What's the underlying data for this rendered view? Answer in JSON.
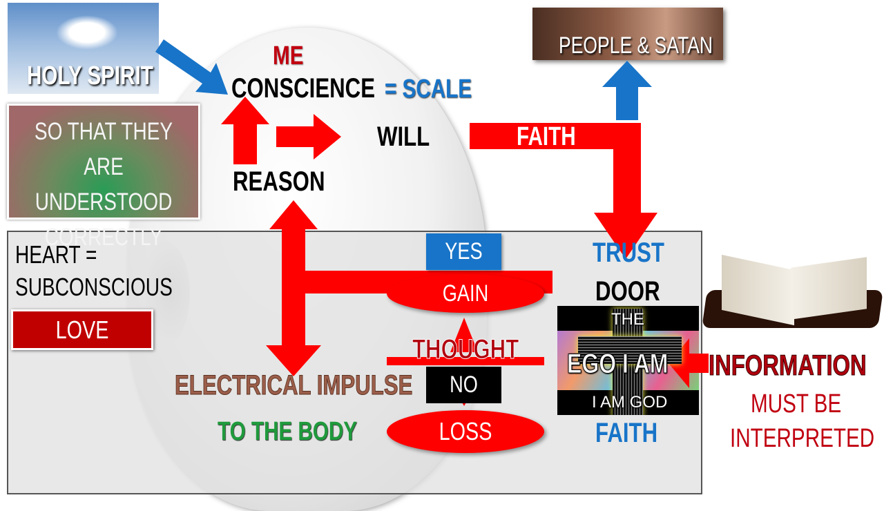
{
  "images": {
    "holy_spirit": "HOLY SPIRIT",
    "people_satan": "PEOPLE & SATAN"
  },
  "head": {
    "me": "ME",
    "conscience": "CONSCIENCE",
    "scale": "= SCALE",
    "will": "WILL",
    "reason": "REASON",
    "faith_arrow": "FAITH"
  },
  "note": "SO THAT THEY ARE UNDERSTOOD CORRECTLY",
  "heart": {
    "title_line1": "HEART =",
    "title_line2": "SUBCONSCIOUS",
    "love": "LOVE",
    "yes": "YES",
    "gain": "GAIN",
    "thought": "THOUGHT",
    "no": "NO",
    "loss": "LOSS",
    "electrical": "ELECTRICAL IMPULSE",
    "body": "TO THE BODY",
    "trust": "TRUST",
    "door": "DOOR",
    "faith": "FAITH"
  },
  "ego_image": {
    "top": "THE",
    "middle": "EGO I AM",
    "bottom": "I AM GOD"
  },
  "information": {
    "title": "INFORMATION",
    "line1": "MUST BE",
    "line2": "INTERPRETED"
  },
  "colors": {
    "red": "#ff0000",
    "blue": "#1874c8",
    "green": "#1f9a3c",
    "brown": "#9b5e4a",
    "dark_red": "#b0000e"
  }
}
